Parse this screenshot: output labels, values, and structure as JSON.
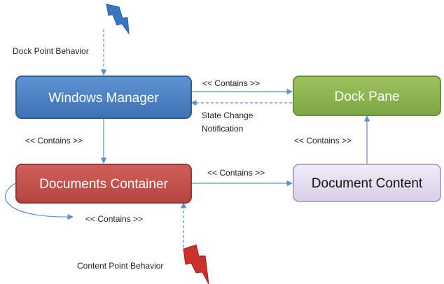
{
  "nodes": {
    "windows_manager": {
      "label": "Windows Manager",
      "fill": "#4a7fc1",
      "stroke": "#2f5d93",
      "text_color": "#ffffff"
    },
    "dock_pane": {
      "label": "Dock Pane",
      "fill": "#8db54e",
      "stroke": "#6a8f36",
      "text_color": "#ffffff"
    },
    "documents_container": {
      "label": "Documents Container",
      "fill": "#c4504b",
      "stroke": "#963834",
      "text_color": "#ffffff"
    },
    "document_content": {
      "label": "Document Content",
      "fill": "#e4dcf0",
      "stroke": "#9c8dbd",
      "text_color": "#111111"
    }
  },
  "labels": {
    "dock_point_behavior": "Dock Point Behavior",
    "content_point_behavior": "Content Point Behavior",
    "contains_wm_dp": "<< Contains >>",
    "state_change_line1": "State Change",
    "state_change_line2": "Notification",
    "contains_wm_dc": "<< Contains >>",
    "contains_dcont_dp": "<< Contains >>",
    "contains_dc_doc": "<< Contains >>",
    "contains_self": "<< Contains >>"
  },
  "colors": {
    "arrow": "#5b8fcf",
    "bolt_blue": "#3a74c2",
    "bolt_red": "#cc2f2c"
  },
  "icons": {
    "top_bolt": "lightning-bolt-icon",
    "bottom_bolt": "lightning-bolt-icon"
  }
}
